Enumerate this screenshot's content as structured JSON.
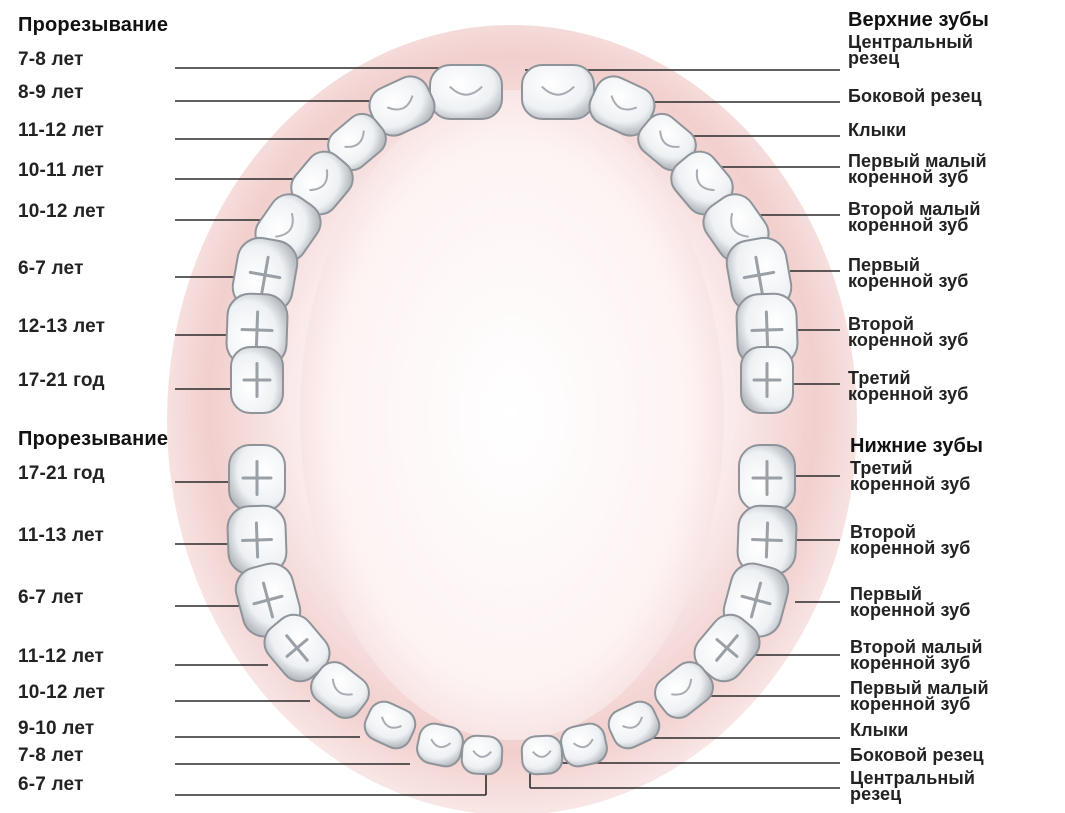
{
  "left": {
    "upper_heading": "Прорезывание",
    "upper": [
      "7-8 лет",
      "8-9 лет",
      "11-12 лет",
      "10-11 лет",
      "10-12 лет",
      "6-7 лет",
      "12-13 лет",
      "17-21 год"
    ],
    "lower_heading": "Прорезывание",
    "lower": [
      "17-21 год",
      "11-13 лет",
      "6-7 лет",
      "11-12 лет",
      "10-12 лет",
      "9-10 лет",
      "7-8 лет",
      "6-7 лет"
    ]
  },
  "right": {
    "upper_heading": "Верхние зубы",
    "upper": [
      "Центральный\nрезец",
      "Боковой резец",
      "Клыки",
      "Первый малый\nкоренной зуб",
      "Второй малый\nкоренной зуб",
      "Первый\nкоренной зуб",
      "Второй\nкоренной зуб",
      "Третий\nкоренной зуб"
    ],
    "lower_heading": "Нижние зубы",
    "lower": [
      "Третий\nкоренной зуб",
      "Второй\nкоренной зуб",
      "Первый\nкоренной зуб",
      "Второй малый\nкоренной зуб",
      "Первый малый\nкоренной зуб",
      "Клыки",
      "Боковой резец",
      "Центральный\nрезец"
    ]
  },
  "colors": {
    "gum": "#f3d6d4",
    "tooth": "#f4f6f8",
    "tooth_edge": "#8e949a",
    "line": "#2b2b2b"
  }
}
